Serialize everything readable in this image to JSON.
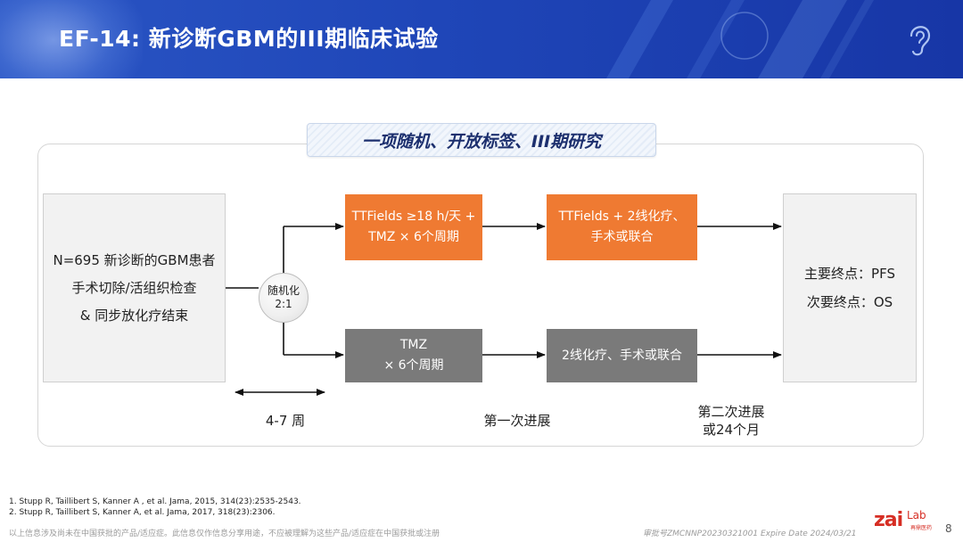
{
  "header": {
    "title": "EF-14: 新诊断GBM的III期临床试验"
  },
  "diagram": {
    "subtitle": "一项随机、开放标签、III期研究",
    "population": {
      "line1": "N=695 新诊断的GBM患者",
      "line2": "手术切除/活组织检查",
      "line3": "& 同步放化疗结束"
    },
    "randomization": {
      "line1": "随机化",
      "line2": "2:1"
    },
    "arm_ttf": {
      "treatment_line1": "TTFields ≥18 h/天 +",
      "treatment_line2": "TMZ × 6个周期",
      "next_line1": "TTFields + 2线化疗、",
      "next_line2": "手术或联合"
    },
    "arm_tmz": {
      "treatment_line1": "TMZ",
      "treatment_line2": "× 6个周期",
      "next_line1": "2线化疗、手术或联合"
    },
    "endpoints": {
      "primary": "主要终点：PFS",
      "secondary": "次要终点：OS"
    },
    "timeline": {
      "weeks": "4-7 周",
      "first_progression": "第一次进展",
      "second_progression_line1": "第二次进展",
      "second_progression_line2": "或24个月"
    },
    "colors": {
      "ttf_arm": "#ef7a32",
      "tmz_arm": "#7a7a7a"
    }
  },
  "references": {
    "ref1": "1. Stupp R, Taillibert S, Kanner A , et al. Jama, 2015, 314(23):2535-2543.",
    "ref2": "2. Stupp R, Taillibert S, Kanner A, et al. Jama, 2017, 318(23):2306."
  },
  "footer": {
    "disclaimer": "以上信息涉及尚未在中国获批的产品/适应症。此信息仅作信息分享用途，不应被理解为这些产品/适应症在中国获批或注册",
    "approval_code": "审批号ZMCNNP20230321001 Expire Date 2024/03/21",
    "logo_main": "zai",
    "logo_lab": "Lab",
    "logo_cn": "再鼎医药",
    "page_number": "8"
  }
}
